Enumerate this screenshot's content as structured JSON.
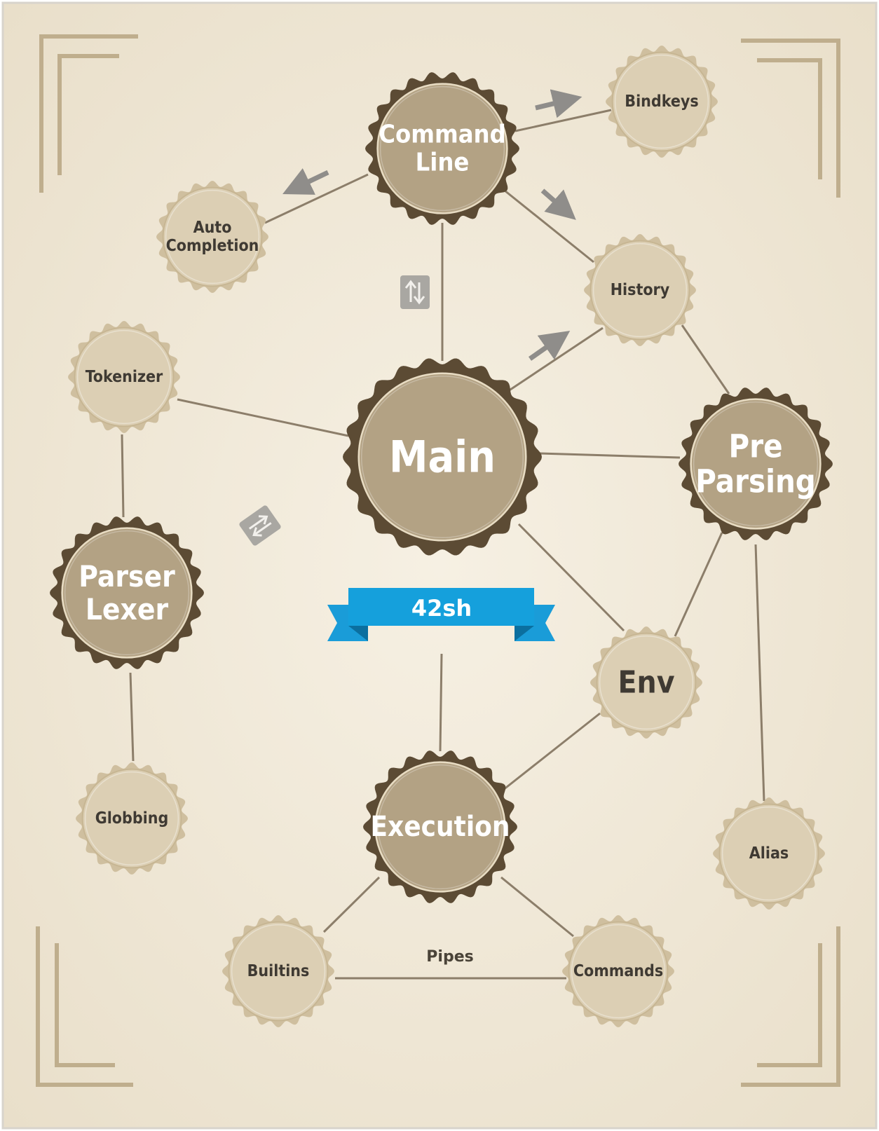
{
  "title": "42sh",
  "nodes": {
    "main": {
      "lines": [
        "Main"
      ]
    },
    "command_line": {
      "lines": [
        "Command",
        "Line"
      ]
    },
    "pre_parsing": {
      "lines": [
        "Pre",
        "Parsing"
      ]
    },
    "parser_lexer": {
      "lines": [
        "Parser",
        "Lexer"
      ]
    },
    "execution": {
      "lines": [
        "Execution"
      ]
    },
    "bindkeys": {
      "lines": [
        "Bindkeys"
      ]
    },
    "auto_completion": {
      "lines": [
        "Auto",
        "Completion"
      ]
    },
    "history": {
      "lines": [
        "History"
      ]
    },
    "tokenizer": {
      "lines": [
        "Tokenizer"
      ]
    },
    "env": {
      "lines": [
        "Env"
      ]
    },
    "globbing": {
      "lines": [
        "Globbing"
      ]
    },
    "alias": {
      "lines": [
        "Alias"
      ]
    },
    "builtins": {
      "lines": [
        "Builtins"
      ]
    },
    "commands": {
      "lines": [
        "Commands"
      ]
    }
  },
  "edge_labels": {
    "pipes": "Pipes"
  },
  "icons": {
    "vertical_swap": "up-down-arrows-icon",
    "horizontal_swap": "left-right-arrows-icon",
    "direction_arrow": "arrow-icon"
  },
  "colors": {
    "paper": "#efe7d6",
    "dark_node_outer": "#5c4b34",
    "dark_node_inner": "#b3a284",
    "light_node_outer": "#cfbf9f",
    "light_node_inner": "#dccfb4",
    "edge": "#8c7e6a",
    "banner": "#1a9cd8",
    "banner_dark": "#0b75a8",
    "corner": "#bfae8d",
    "icon_box": "#a9a7a2"
  }
}
